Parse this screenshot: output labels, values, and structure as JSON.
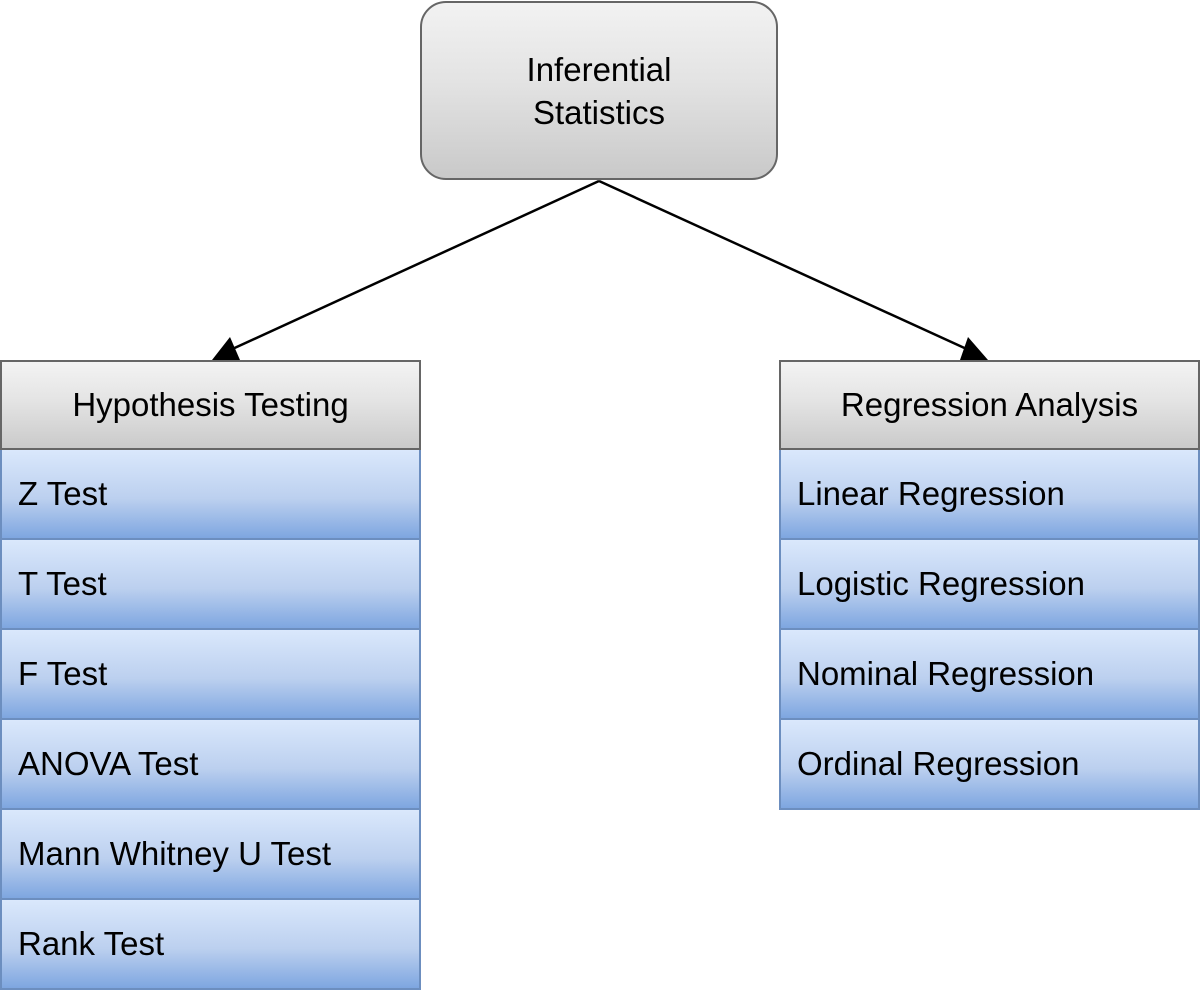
{
  "diagram": {
    "root": {
      "label": "Inferential Statistics"
    },
    "branches": [
      {
        "id": "left",
        "header": "Hypothesis Testing",
        "items": [
          "Z Test",
          "T Test",
          "F Test",
          "ANOVA Test",
          "Mann Whitney U Test",
          "Rank Test"
        ]
      },
      {
        "id": "right",
        "header": "Regression Analysis",
        "items": [
          "Linear Regression",
          "Logistic Regression",
          "Nominal Regression",
          "Ordinal Regression"
        ]
      }
    ]
  },
  "colors": {
    "line": "#000000",
    "header_border": "#666666",
    "item_border": "#6c8ebf",
    "item_fill_top": "#dae8fc",
    "item_fill_bottom": "#7ea6e0",
    "header_fill_top": "#f2f2f2",
    "header_fill_bottom": "#c9c9c9"
  }
}
